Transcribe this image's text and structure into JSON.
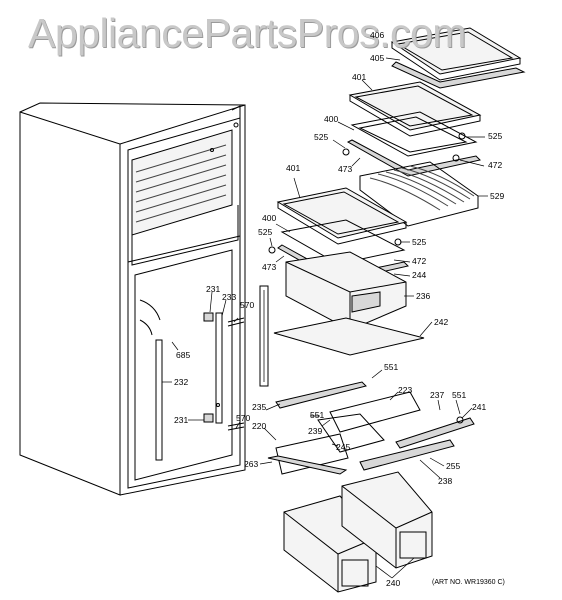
{
  "watermark": "AppliancePartsPros.com",
  "art_number": "(ART NO. WR19360 C)",
  "callouts": {
    "c406": "406",
    "c405": "405",
    "c401_top": "401",
    "c400_top": "400",
    "c525_a": "525",
    "c525_b": "525",
    "c473_a": "473",
    "c472_a": "472",
    "c529": "529",
    "c401_mid": "401",
    "c400_mid": "400",
    "c525_c": "525",
    "c525_d": "525",
    "c473_b": "473",
    "c472_b": "472",
    "c244": "244",
    "c236": "236",
    "c242": "242",
    "c231_a": "231",
    "c233": "233",
    "c570_a": "570",
    "c685": "685",
    "c232": "232",
    "c551_a": "551",
    "c223": "223",
    "c235": "235",
    "c551_b": "551",
    "c239": "239",
    "c237": "237",
    "c551_c": "551",
    "c241": "241",
    "c231_b": "231",
    "c570_b": "570",
    "c220": "220",
    "c245": "245",
    "c263": "263",
    "c255": "255",
    "c238": "238",
    "c240": "240"
  }
}
